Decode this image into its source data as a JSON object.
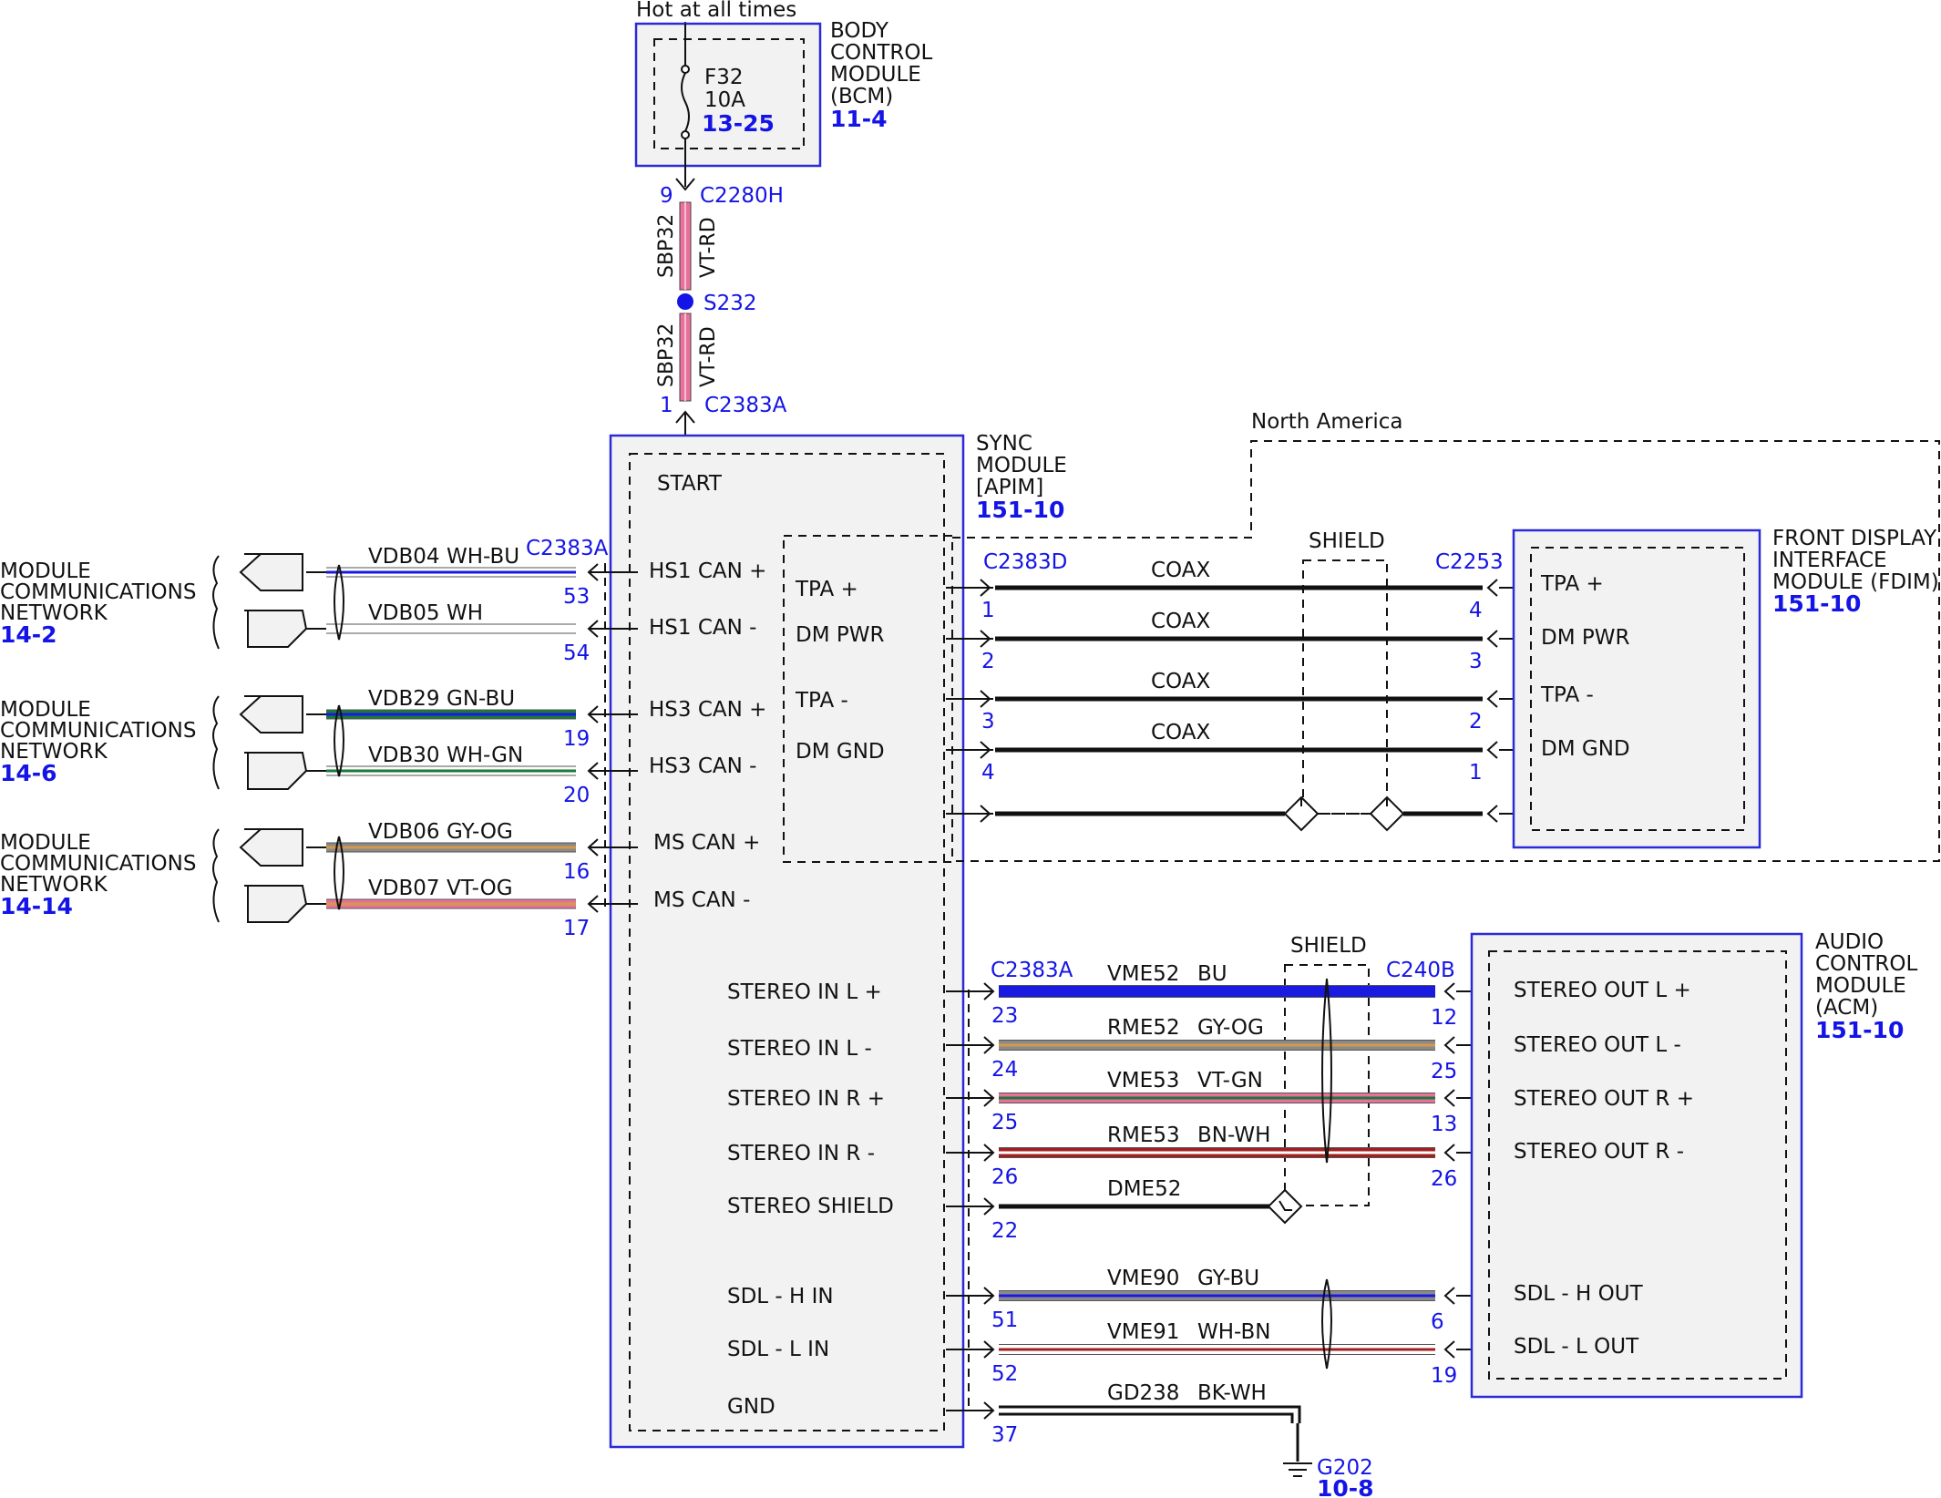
{
  "header_note": "Hot at all times",
  "north_america_note": "North America",
  "bcm": {
    "title_lines": [
      "BODY",
      "CONTROL",
      "MODULE",
      "(BCM)"
    ],
    "ref": "11-4",
    "fuse_name": "F32",
    "fuse_rating": "10A",
    "fuse_ref": "13-25"
  },
  "feed": {
    "pin_top": "9",
    "connector_top": "C2280H",
    "circuit": "SBP32",
    "color": "VT-RD",
    "splice": "S232",
    "pin_bottom": "1",
    "connector_bottom": "C2383A"
  },
  "sync": {
    "title_lines": [
      "SYNC",
      "MODULE",
      "[APIM]"
    ],
    "ref": "151-10",
    "start_label": "START",
    "left_connector": "C2383A",
    "inner_pins": [
      "TPA +",
      "DM PWR",
      "TPA -",
      "DM GND"
    ],
    "can_pins": [
      "HS1 CAN +",
      "HS1 CAN -",
      "HS3 CAN +",
      "HS3 CAN -",
      "MS CAN +",
      "MS CAN -"
    ],
    "audio_pins": [
      "STEREO IN L +",
      "STEREO IN L -",
      "STEREO IN R +",
      "STEREO IN R -",
      "STEREO SHIELD",
      "SDL - H IN",
      "SDL - L IN",
      "GND"
    ]
  },
  "networks": [
    {
      "lines": [
        "MODULE",
        "COMMUNICATIONS",
        "NETWORK"
      ],
      "ref": "14-2"
    },
    {
      "lines": [
        "MODULE",
        "COMMUNICATIONS",
        "NETWORK"
      ],
      "ref": "14-6"
    },
    {
      "lines": [
        "MODULE",
        "COMMUNICATIONS",
        "NETWORK"
      ],
      "ref": "14-14"
    }
  ],
  "can_wires": [
    {
      "circuit": "VDB04",
      "color": "WH-BU",
      "pin": "53"
    },
    {
      "circuit": "VDB05",
      "color": "WH",
      "pin": "54"
    },
    {
      "circuit": "VDB29",
      "color": "GN-BU",
      "pin": "19"
    },
    {
      "circuit": "VDB30",
      "color": "WH-GN",
      "pin": "20"
    },
    {
      "circuit": "VDB06",
      "color": "GY-OG",
      "pin": "16"
    },
    {
      "circuit": "VDB07",
      "color": "VT-OG",
      "pin": "17"
    }
  ],
  "fdim": {
    "title_lines": [
      "FRONT DISPLAY",
      "INTERFACE",
      "MODULE (FDIM)"
    ],
    "ref": "151-10",
    "connector": "C2253",
    "sync_connector": "C2383D",
    "shield_label": "SHIELD",
    "pins": [
      "TPA +",
      "DM PWR",
      "TPA -",
      "DM GND"
    ],
    "coax": [
      {
        "label": "COAX",
        "sync_pin": "1",
        "fdim_pin": "4"
      },
      {
        "label": "COAX",
        "sync_pin": "2",
        "fdim_pin": "3"
      },
      {
        "label": "COAX",
        "sync_pin": "3",
        "fdim_pin": "2"
      },
      {
        "label": "COAX",
        "sync_pin": "4",
        "fdim_pin": "1"
      }
    ]
  },
  "acm": {
    "title_lines": [
      "AUDIO",
      "CONTROL",
      "MODULE",
      "(ACM)"
    ],
    "ref": "151-10",
    "connector": "C240B",
    "sync_connector": "C2383A",
    "shield_label": "SHIELD",
    "pins": [
      "STEREO OUT L +",
      "STEREO OUT L -",
      "STEREO OUT R +",
      "STEREO OUT R -",
      "SDL - H OUT",
      "SDL - L OUT"
    ]
  },
  "audio_wires": [
    {
      "circuit": "VME52",
      "color": "BU",
      "sync_pin": "23",
      "acm_pin": "12"
    },
    {
      "circuit": "RME52",
      "color": "GY-OG",
      "sync_pin": "24",
      "acm_pin": "25"
    },
    {
      "circuit": "VME53",
      "color": "VT-GN",
      "sync_pin": "25",
      "acm_pin": "13"
    },
    {
      "circuit": "RME53",
      "color": "BN-WH",
      "sync_pin": "26",
      "acm_pin": "26"
    },
    {
      "circuit": "DME52",
      "color": "",
      "sync_pin": "22",
      "acm_pin": ""
    },
    {
      "circuit": "VME90",
      "color": "GY-BU",
      "sync_pin": "51",
      "acm_pin": "6"
    },
    {
      "circuit": "VME91",
      "color": "WH-BN",
      "sync_pin": "52",
      "acm_pin": "19"
    },
    {
      "circuit": "GD238",
      "color": "BK-WH",
      "sync_pin": "37",
      "acm_pin": ""
    }
  ],
  "ground": {
    "name": "G202",
    "ref": "10-8"
  },
  "colors": {
    "ref_blue": "#1414e6",
    "box_border": "#2a2ad8",
    "box_fill": "#f2f2f2",
    "wire_violet": "#e8709a",
    "wire_blue": "#1a1ae0",
    "wire_green": "#1a7a3a",
    "wire_orange": "#d49a4a",
    "wire_gray": "#8a8a8a",
    "wire_brown": "#a02020"
  }
}
